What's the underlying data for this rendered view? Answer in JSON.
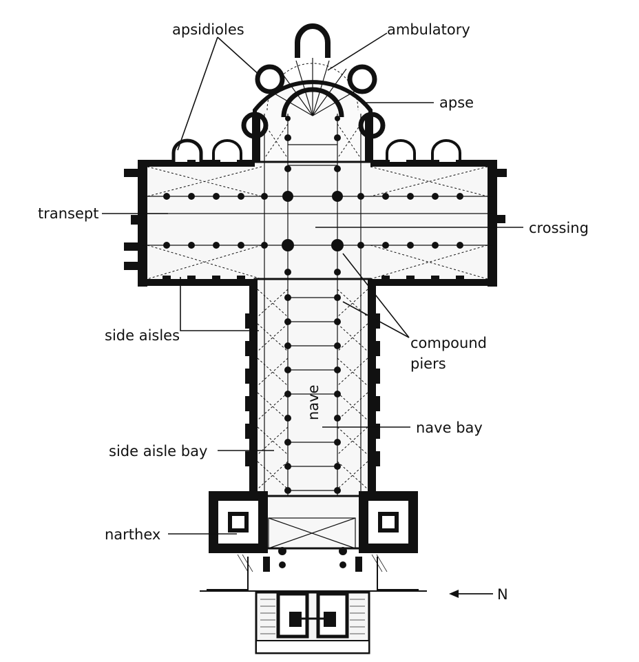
{
  "labels": {
    "apsidioles": "apsidioles",
    "ambulatory": "ambulatory",
    "apse": "apse",
    "transept": "transept",
    "crossing": "crossing",
    "side_aisles": "side aisles",
    "compound": "compound",
    "piers": "piers",
    "nave": "nave",
    "nave_bay": "nave bay",
    "side_aisle_bay": "side aisle bay",
    "narthex": "narthex",
    "north": "N"
  }
}
